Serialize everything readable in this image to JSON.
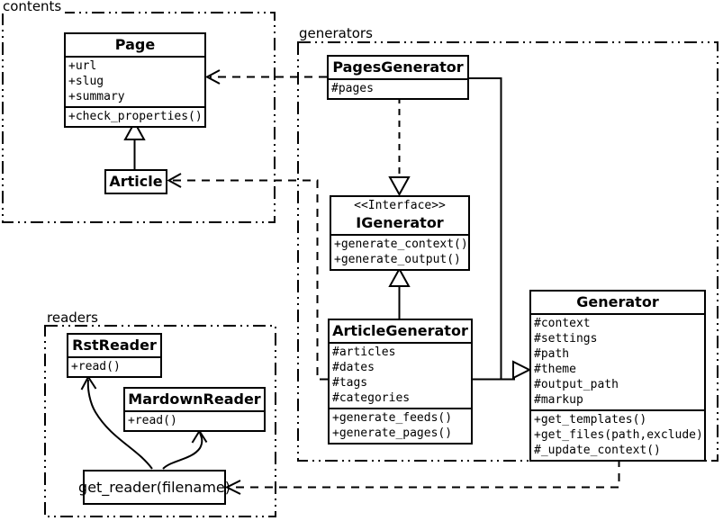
{
  "diagram": {
    "title": "UML class diagram",
    "colors": {
      "line": "#000000",
      "background": "#ffffff",
      "box_fill": "#ffffff"
    },
    "packages": {
      "contents": {
        "label": "contents"
      },
      "generators": {
        "label": "generators"
      },
      "readers": {
        "label": "readers"
      }
    },
    "classes": {
      "page": {
        "name": "Page",
        "attributes": [
          "+url",
          "+slug",
          "+summary"
        ],
        "methods": [
          "+check_properties()"
        ]
      },
      "article": {
        "name": "Article"
      },
      "pages_generator": {
        "name": "PagesGenerator",
        "attributes": [
          "#pages"
        ]
      },
      "igenerator": {
        "stereotype": "<<Interface>>",
        "name": "IGenerator",
        "methods": [
          "+generate_context()",
          "+generate_output()"
        ]
      },
      "article_generator": {
        "name": "ArticleGenerator",
        "attributes": [
          "#articles",
          "#dates",
          "#tags",
          "#categories"
        ],
        "methods": [
          "+generate_feeds()",
          "+generate_pages()"
        ]
      },
      "generator": {
        "name": "Generator",
        "attributes": [
          "#context",
          "#settings",
          "#path",
          "#theme",
          "#output_path",
          "#markup"
        ],
        "methods": [
          "+get_templates()",
          "+get_files(path,exclude)",
          "#_update_context()"
        ]
      },
      "rst_reader": {
        "name": "RstReader",
        "methods": [
          "+read()"
        ]
      },
      "mardown_reader": {
        "name": "MardownReader",
        "methods": [
          "+read()"
        ]
      },
      "get_reader": {
        "label": "get_reader(filename)"
      }
    }
  }
}
